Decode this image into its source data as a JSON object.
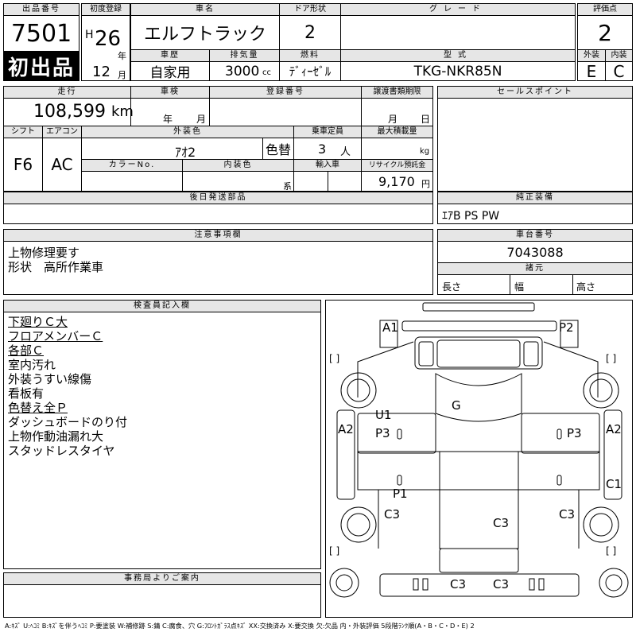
{
  "header": {
    "lot_no_label": "出品番号",
    "lot_no": "7501",
    "first_time_badge": "初出品",
    "first_reg_label": "初度登録",
    "era": "H",
    "year": "26",
    "year_unit": "年",
    "month": "12",
    "month_unit": "月",
    "car_name_label": "車名",
    "car_name": "エルフトラック",
    "door_label": "ドア形状",
    "door": "2",
    "grade_label": "グレード",
    "grade": "",
    "score_label": "評価点",
    "score": "2",
    "history_label": "車歴",
    "history": "自家用",
    "displacement_label": "排気量",
    "displacement": "3000",
    "displacement_unit": "cc",
    "fuel_label": "燃料",
    "fuel": "ﾃﾞｨｰｾﾞﾙ",
    "model_label": "型式",
    "model": "TKG-NKR85N",
    "exterior_label": "外装",
    "interior_label": "内装",
    "exterior": "E",
    "interior": "C"
  },
  "mid": {
    "mileage_label": "走行",
    "mileage": "108,599",
    "mileage_unit": "km",
    "inspection_label": "車検",
    "insp_year_unit": "年",
    "insp_month_unit": "月",
    "reg_no_label": "登録番号",
    "transfer_label": "譲渡書類期限",
    "transfer_month_unit": "月",
    "transfer_day_unit": "日",
    "shift_label": "シフト",
    "shift": "F6",
    "ac_label": "エアコン",
    "ac": "AC",
    "color_label": "外装色",
    "color": "ｱｵ2",
    "repaint": "色替",
    "capacity_label": "乗車定員",
    "capacity": "3",
    "capacity_unit": "人",
    "load_label": "最大積載量",
    "load_unit": "kg",
    "color_no_label": "カラーNo.",
    "int_color_label": "内装色",
    "int_color_unit": "系",
    "import_label": "輸入車",
    "recycle_label": "リサイクル預託金",
    "recycle": "9,170",
    "recycle_unit": "円",
    "later_parts_label": "後日発送部品",
    "sales_point_label": "セールスポイント",
    "equipment_label": "純正装備",
    "equipment": "ｴｱB PS PW"
  },
  "caution": {
    "label": "注意事項欄",
    "lines": [
      "上物修理要す",
      "形状　高所作業車"
    ]
  },
  "chassis": {
    "label": "車台番号",
    "number": "7043088",
    "spec_label": "諸元",
    "length_label": "長さ",
    "width_label": "幅",
    "height_label": "高さ"
  },
  "inspector": {
    "label": "検査員記入欄",
    "lines": [
      {
        "text": "下廻りＣ大",
        "underline": true
      },
      {
        "text": "フロアメンバーＣ",
        "underline": true
      },
      {
        "text": "各部Ｃ",
        "underline": true
      },
      {
        "text": "室内汚れ",
        "underline": false
      },
      {
        "text": "外装うすい線傷",
        "underline": false
      },
      {
        "text": "看板有",
        "underline": false
      },
      {
        "text": "色替え全Ｐ",
        "underline": true
      },
      {
        "text": "ダッシュボードのり付",
        "underline": false
      },
      {
        "text": "上物作動油漏れ大",
        "underline": false
      },
      {
        "text": "スタッドレスタイヤ",
        "underline": false
      }
    ]
  },
  "office": {
    "label": "事務局よりご案内"
  },
  "diagram": {
    "marks": {
      "a1": "A1",
      "p2": "P2",
      "g": "G",
      "u1": "U1",
      "a2_left": "A2",
      "p3_left": "P3",
      "p3_right": "P3",
      "a2_right": "A2",
      "c1": "C1",
      "p1": "P1",
      "c3_left": "C3",
      "c3_center": "C3",
      "c3_right": "C3",
      "c3_bottom1": "C3",
      "c3_bottom2": "C3",
      "bracket": "[ ]"
    }
  },
  "footer": {
    "legend": "A:ｷｽﾞ U:ﾍｺﾐ B:ｷｽﾞを伴うﾍｺﾐ P:要塗装 W:補修跡 S:錆 C:腐食、穴 G:ﾌﾛﾝﾄｶﾞﾗｽ点ｷｽﾞ XX:交換済み X:要交換 欠:欠品 内・外装評価 5段階ﾗﾝｸ順(A・B・C・D・E) 2"
  }
}
